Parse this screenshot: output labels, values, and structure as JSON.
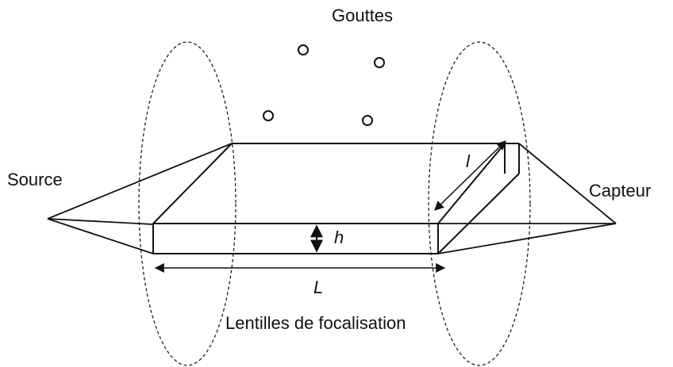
{
  "labels": {
    "droplets": "Gouttes",
    "source": "Source",
    "sensor": "Capteur",
    "lenses": "Lentilles de focalisation",
    "length": "L",
    "height": "h",
    "width": "l"
  },
  "colors": {
    "stroke": "#111111",
    "background": "#ffffff"
  }
}
